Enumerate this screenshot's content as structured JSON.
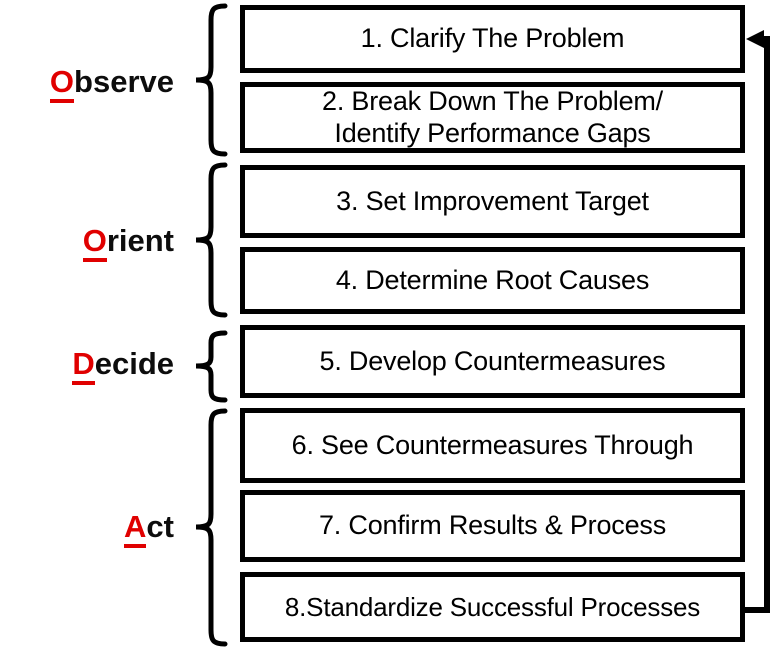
{
  "groups": [
    {
      "initial": "O",
      "rest": "bserve"
    },
    {
      "initial": "O",
      "rest": "rient"
    },
    {
      "initial": "D",
      "rest": "ecide"
    },
    {
      "initial": "A",
      "rest": "ct"
    }
  ],
  "steps": [
    {
      "label": "1. Clarify The Problem"
    },
    {
      "label": "2. Break Down The Problem/\nIdentify Performance Gaps"
    },
    {
      "label": "3. Set Improvement Target"
    },
    {
      "label": "4. Determine Root Causes"
    },
    {
      "label": "5. Develop Countermeasures"
    },
    {
      "label": "6. See Countermeasures Through"
    },
    {
      "label": "7. Confirm Results & Process"
    },
    {
      "label": "8.Standardize Successful Processes"
    }
  ],
  "colors": {
    "accent_red": "#e00000",
    "line": "#000000",
    "background": "#ffffff"
  }
}
